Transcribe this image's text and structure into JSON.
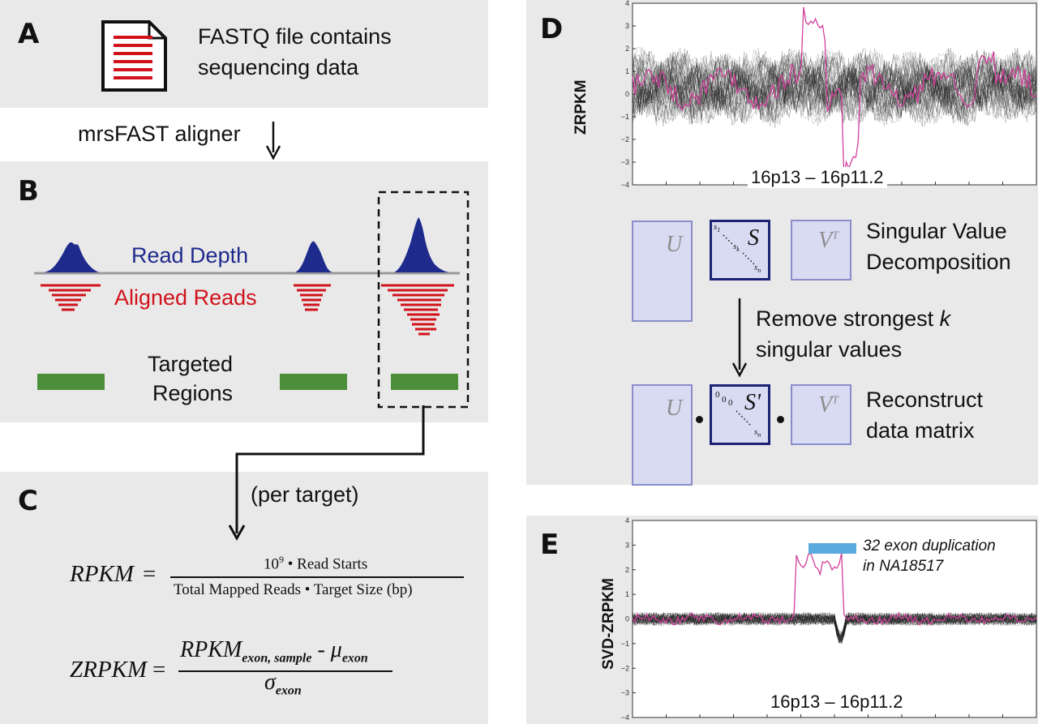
{
  "panelA": {
    "label": "A",
    "text_line1": "FASTQ file contains",
    "text_line2": "sequencing data",
    "file_icon": "document-icon"
  },
  "aligner": {
    "label": "mrsFAST aligner"
  },
  "panelB": {
    "label": "B",
    "read_depth": "Read Depth",
    "aligned_reads": "Aligned Reads",
    "targeted_line1": "Targeted",
    "targeted_line2": "Regions",
    "colors": {
      "depth": "#1e2a8c",
      "reads": "#d1121b",
      "targets": "#4b8f3a"
    }
  },
  "panelC": {
    "label": "C",
    "per_target": "(per target)",
    "rpkm_lhs": "RPKM",
    "rpkm_num_base": "10",
    "rpkm_num_exp": "9",
    "rpkm_num_rest": " • Read Starts",
    "rpkm_den": "Total Mapped Reads • Target Size (bp)",
    "zrpkm_lhs": "ZRPKM",
    "zrpkm_num_main": "RPKM",
    "zrpkm_num_sub": "exon, sample",
    "zrpkm_num_minus": " - ",
    "zrpkm_num_mu": "μ",
    "zrpkm_num_mu_sub": "exon",
    "zrpkm_den_sigma": "σ",
    "zrpkm_den_sub": "exon",
    "equals": "="
  },
  "panelD": {
    "label": "D",
    "ylabel": "ZRPKM",
    "region": "16p13 – 16p11.2",
    "yticks": [
      "4",
      "3",
      "2",
      "1",
      "0",
      "−1",
      "−2",
      "−3",
      "−4"
    ],
    "svd_line1": "Singular Value",
    "svd_line2": "Decomposition",
    "remove_line1": "Remove strongest ",
    "remove_k": "k",
    "remove_line2": "singular values",
    "reconstruct_line1": "Reconstruct",
    "reconstruct_line2": "data matrix",
    "U": "U",
    "S": "S",
    "S_prime": "S'",
    "VT_base": "V",
    "VT_sup": "T",
    "s1": "s",
    "s1_sub": "1",
    "sk": "s",
    "sk_sub": "k",
    "sn": "s",
    "sn_sub": "n",
    "zeros": "0",
    "line_colors": {
      "bulk": "#1a1a1a",
      "highlight": "#d0409a"
    }
  },
  "panelE": {
    "label": "E",
    "ylabel": "SVD-ZRPKM",
    "region": "16p13 – 16p11.2",
    "yticks": [
      "4",
      "3",
      "2",
      "1",
      "0",
      "−1",
      "−2",
      "−3",
      "−4"
    ],
    "annotation_line1": "32 exon duplication",
    "annotation_line2": "in NA18517",
    "annotation_color": "#5aa9df"
  }
}
